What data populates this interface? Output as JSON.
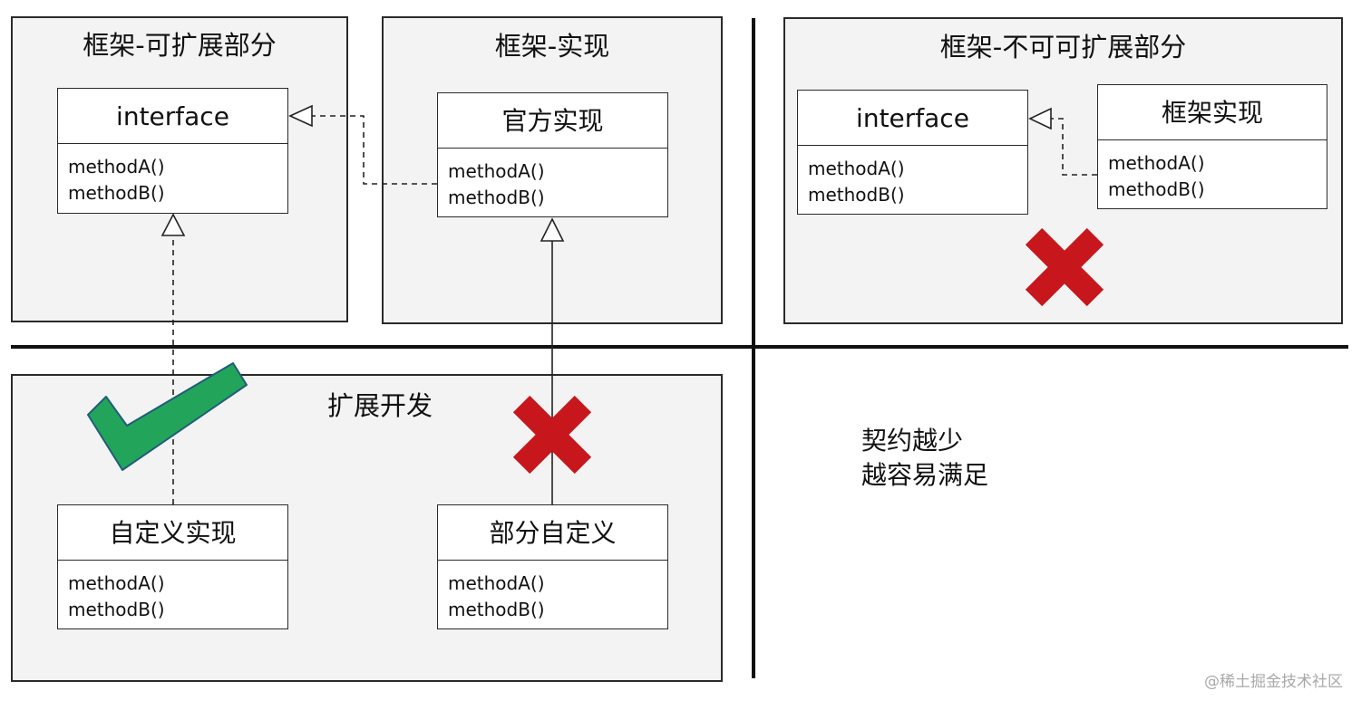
{
  "panels": {
    "extensible": {
      "title": "框架-可扩展部分"
    },
    "impl": {
      "title": "框架-实现"
    },
    "closed": {
      "title": "框架-不可可扩展部分"
    },
    "dev": {
      "title": "扩展开发"
    }
  },
  "classes": {
    "interface_left": {
      "name": "interface",
      "methods": [
        "methodA()",
        "methodB()"
      ]
    },
    "official_impl": {
      "name": "官方实现",
      "methods": [
        "methodA()",
        "methodB()"
      ]
    },
    "interface_right": {
      "name": "interface",
      "methods": [
        "methodA()",
        "methodB()"
      ]
    },
    "framework_impl": {
      "name": "框架实现",
      "methods": [
        "methodA()",
        "methodB()"
      ]
    },
    "custom_impl": {
      "name": "自定义实现",
      "methods": [
        "methodA()",
        "methodB()"
      ]
    },
    "partial_custom": {
      "name": "部分自定义",
      "methods": [
        "methodA()",
        "methodB()"
      ]
    }
  },
  "note": {
    "line1": "契约越少",
    "line2": "越容易满足"
  },
  "watermark": "@稀土掘金技术社区",
  "colors": {
    "check": "#22a55a",
    "cross": "#c8161d",
    "panel_bg": "#f3f3f3"
  },
  "icons": {
    "valid": "check-icon",
    "invalid": "cross-icon"
  }
}
